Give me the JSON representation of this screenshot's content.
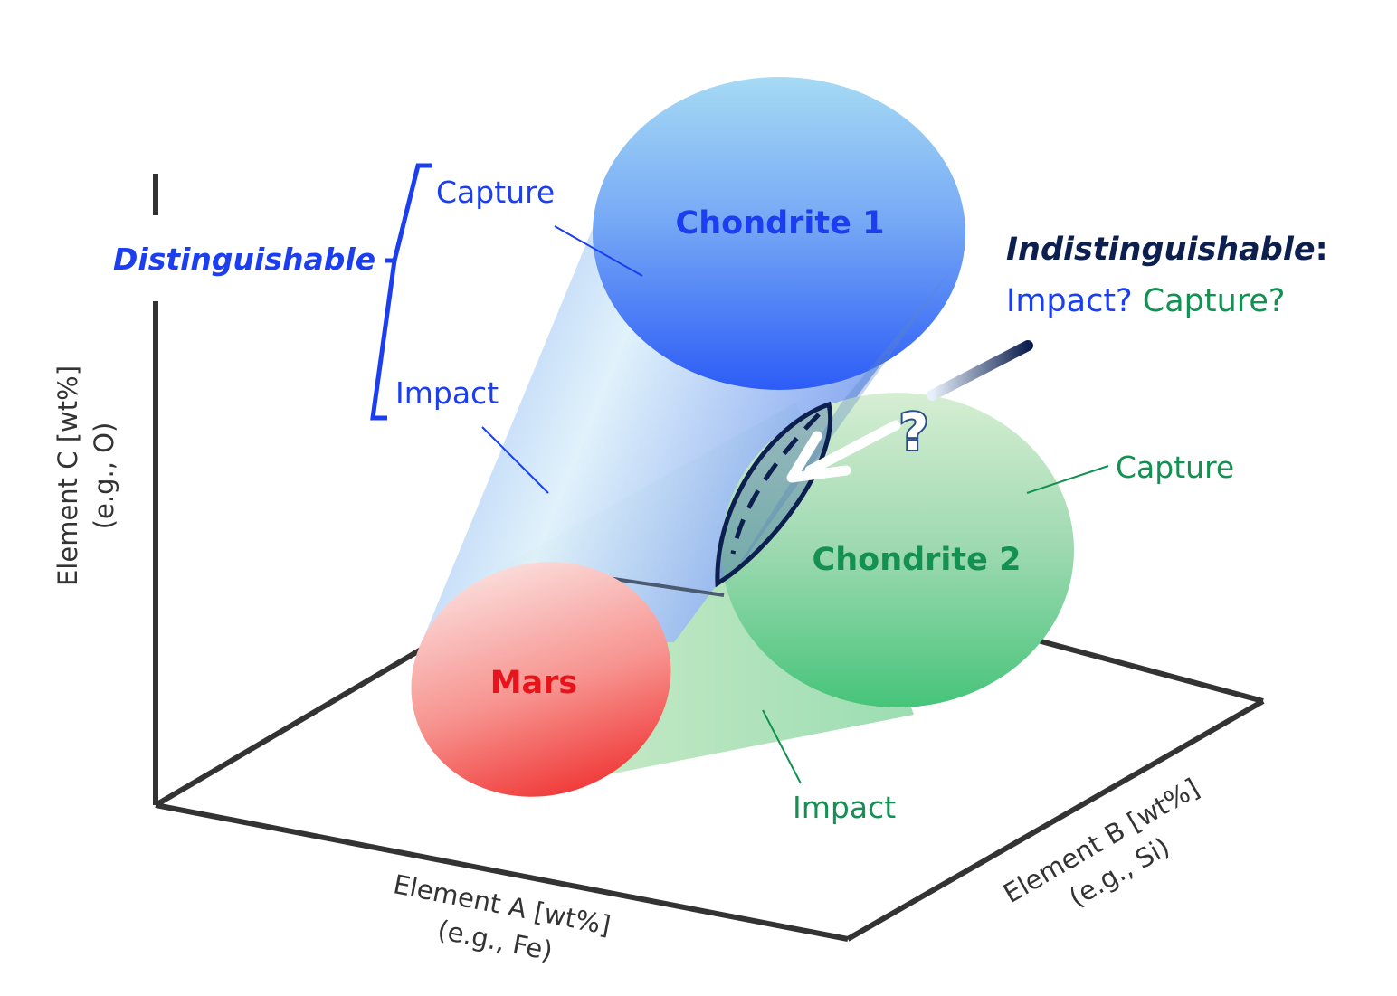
{
  "bodies": {
    "chondrite1": "Chondrite 1",
    "chondrite2": "Chondrite 2",
    "mars": "Mars"
  },
  "left_group": {
    "title": "Distinguishable",
    "capture": "Capture",
    "impact": "Impact"
  },
  "right_group": {
    "title": "Indistinguishable",
    "colon": ":",
    "impact_q": "Impact?",
    "capture_q": "Capture?",
    "capture": "Capture",
    "impact": "Impact",
    "question_mark": "?"
  },
  "axes": {
    "a_line1": "Element A [wt%]",
    "a_line2": "(e.g., Fe)",
    "b_line1": "Element B [wt%]",
    "b_line2": "(e.g., Si)",
    "c_line1": "Element C [wt%]",
    "c_line2": "(e.g., O)"
  },
  "colors": {
    "blue_label": "#1a3ef0",
    "green_label": "#149052",
    "red_label": "#e8141c",
    "navy": "#0c1f4f",
    "axis": "#333333"
  }
}
